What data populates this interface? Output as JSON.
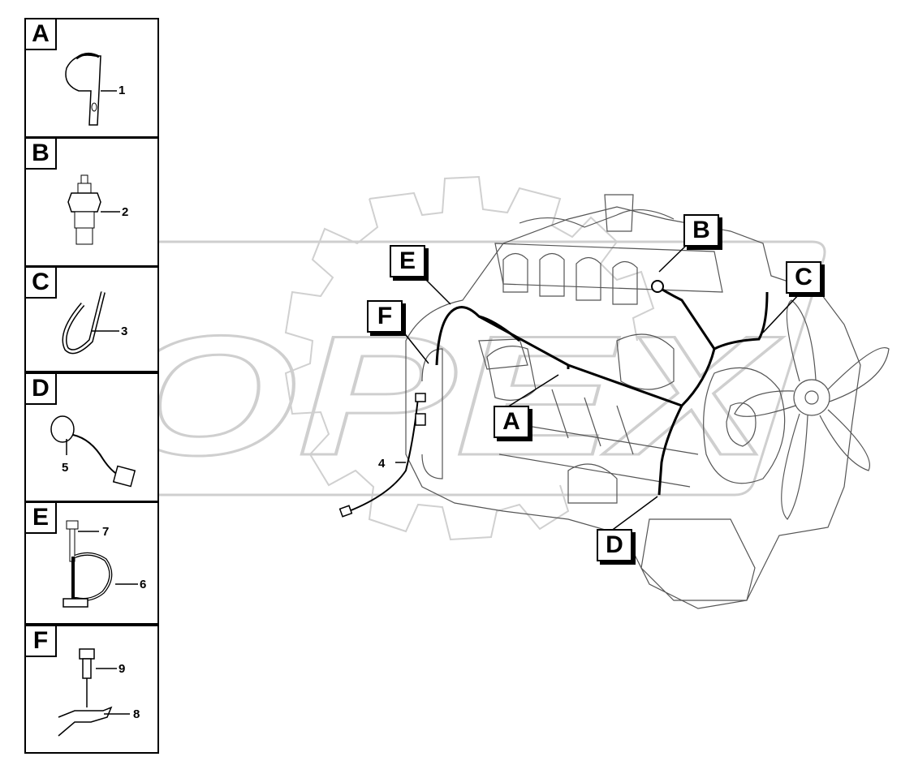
{
  "panels": [
    {
      "letter": "A",
      "items": [
        {
          "num": "1"
        }
      ]
    },
    {
      "letter": "B",
      "items": [
        {
          "num": "2"
        }
      ]
    },
    {
      "letter": "C",
      "items": [
        {
          "num": "3"
        }
      ]
    },
    {
      "letter": "D",
      "items": [
        {
          "num": "5"
        }
      ]
    },
    {
      "letter": "E",
      "items": [
        {
          "num": "7"
        },
        {
          "num": "6"
        }
      ]
    },
    {
      "letter": "F",
      "items": [
        {
          "num": "9"
        },
        {
          "num": "8"
        }
      ]
    }
  ],
  "callouts": {
    "a": "A",
    "b": "B",
    "c": "C",
    "d": "D",
    "e": "E",
    "f": "F"
  },
  "harness_label": "4",
  "watermark": "OPEX"
}
